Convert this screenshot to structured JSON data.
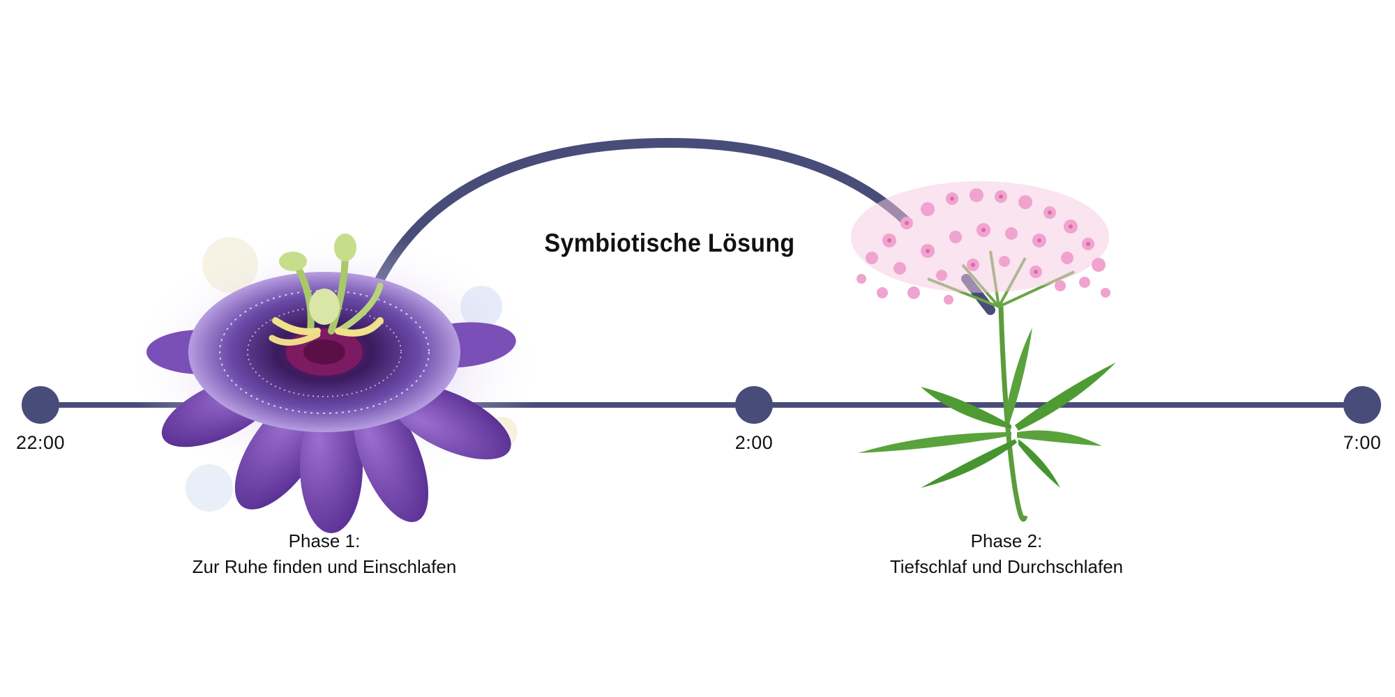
{
  "timeline": {
    "line_color": "#484c79",
    "points": [
      {
        "time": "22:00"
      },
      {
        "time": "2:00"
      },
      {
        "time": "7:00"
      }
    ]
  },
  "arc": {
    "label": "Symbiotische Lösung",
    "color": "#484c79"
  },
  "phases": [
    {
      "title": "Phase 1:",
      "description": "Zur Ruhe finden und Einschlafen",
      "illustration": "passion-flower",
      "colors": {
        "petal": "#6a3ea3",
        "corona": "#3c1d61",
        "center": "#cfe3a0"
      }
    },
    {
      "title": "Phase 2:",
      "description": "Tiefschlaf und Durchschlafen",
      "illustration": "valerian-plant",
      "colors": {
        "blossom": "#f0a3cf",
        "stem": "#5c9c3a",
        "leaf": "#4f9b33"
      }
    }
  ]
}
